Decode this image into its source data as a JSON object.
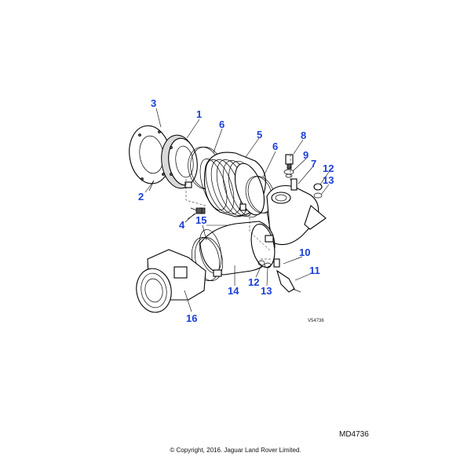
{
  "callouts": {
    "c1": "1",
    "c2": "2",
    "c3": "3",
    "c4": "4",
    "c5": "5",
    "c6a": "6",
    "c6b": "6",
    "c7": "7",
    "c8": "8",
    "c9": "9",
    "c10": "10",
    "c11": "11",
    "c12a": "12",
    "c12b": "12",
    "c13a": "13",
    "c13b": "13",
    "c14": "14",
    "c15": "15",
    "c16": "16"
  },
  "illustration_ref": "V54736",
  "diagram_code": "MD4736",
  "copyright": "© Copyright, 2016. Jaguar Land Rover Limited.",
  "callout_color": "#1a3fd6"
}
